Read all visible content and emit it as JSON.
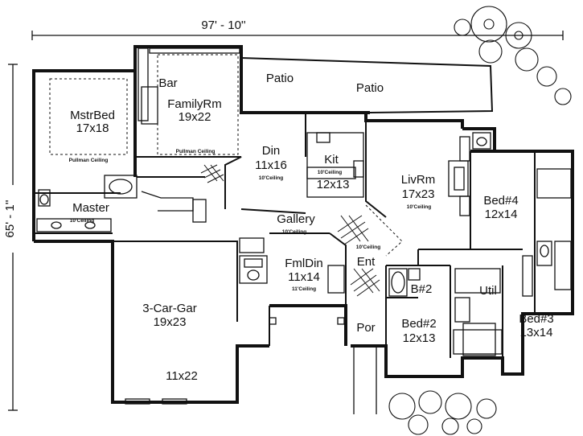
{
  "dimensions": {
    "width": "97' - 10''",
    "depth": "65' - 1''"
  },
  "rooms": [
    {
      "name": "Patio",
      "size": ""
    },
    {
      "name": "Patio",
      "size": ""
    },
    {
      "name": "Bar",
      "size": ""
    },
    {
      "name": "MstrBed",
      "size": "17x18"
    },
    {
      "name": "FamilyRm",
      "size": "19x22"
    },
    {
      "name": "Din",
      "size": "11x16"
    },
    {
      "name": "Kit",
      "size": "12x13"
    },
    {
      "name": "LivRm",
      "size": "17x23"
    },
    {
      "name": "Bed#4",
      "size": "12x14"
    },
    {
      "name": "Master",
      "size": ""
    },
    {
      "name": "Gallery",
      "size": ""
    },
    {
      "name": "FmlDin",
      "size": "11x14"
    },
    {
      "name": "Ent",
      "size": ""
    },
    {
      "name": "B#2",
      "size": ""
    },
    {
      "name": "Util",
      "size": ""
    },
    {
      "name": "3-Car-Gar",
      "size": "19x23"
    },
    {
      "name": "Bed#2",
      "size": "12x13"
    },
    {
      "name": "Bed#3",
      "size": "13x14"
    },
    {
      "name": "Por",
      "size": ""
    }
  ],
  "garage_note": "11x22",
  "ceiling_notes": [
    "Pullman Ceiling",
    "Pullman Ceiling",
    "10'Ceiling",
    "10'Ceiling",
    "10'Ceiling",
    "10'Ceiling",
    "10'Ceiling",
    "10'Ceiling",
    "11'Ceiling"
  ]
}
